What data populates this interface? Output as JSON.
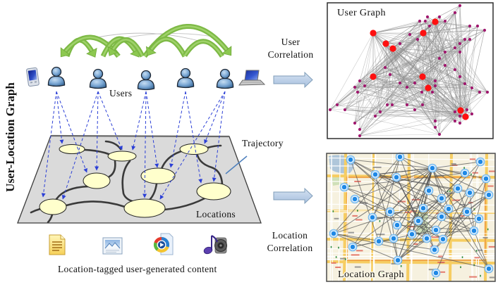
{
  "figure": {
    "title": "User-Location Graph"
  },
  "left_panel": {
    "users_label": "Users",
    "trajectory_label": "Trajectory",
    "locations_label": "Locations",
    "content_caption": "Location-tagged user-generated content",
    "devices": [
      "pda-icon",
      "laptop-icon"
    ],
    "content_icons": [
      "text-document-icon",
      "image-icon",
      "media-player-icon",
      "music-icon"
    ]
  },
  "connectors": {
    "user_correlation": {
      "line1": "User",
      "line2": "Correlation"
    },
    "location_correlation": {
      "line1": "Location",
      "line2": "Correlation"
    }
  },
  "user_graph": {
    "title": "User Graph"
  },
  "location_graph": {
    "title": "Location Graph"
  },
  "colors": {
    "correlation_arc": "#7DB945",
    "correlation_arc_light": "#A8D873",
    "user_icon": "#6A9FCF",
    "dashed_link": "#2B3FD6",
    "location_fill": "#FFFFCC",
    "plane": "#DADADA",
    "trajectory": "#3A3A3A",
    "arrow_fill": "#B9CDE5",
    "arrow_stroke": "#7F9DB9",
    "key_user_node": "#FF1010",
    "user_node": "#A0186E",
    "user_edge": "#8C8C8C",
    "location_node": "#1E88E5",
    "location_edge": "#555555",
    "map_base": "#F6F1DF"
  }
}
